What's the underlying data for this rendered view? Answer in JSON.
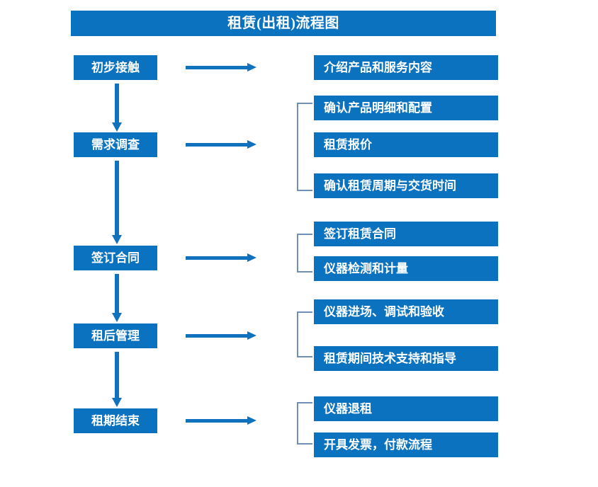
{
  "title": {
    "text": "租赁(出租)流程图"
  },
  "colors": {
    "box_fill": "#0b72c0",
    "arrow": "#1071bd",
    "bracket": "#6f8fb5",
    "box_text": "#ffffff",
    "background": "#ffffff"
  },
  "stages": [
    {
      "label": "初步接触"
    },
    {
      "label": "需求调查"
    },
    {
      "label": "签订合同"
    },
    {
      "label": "租后管理"
    },
    {
      "label": "租期结束"
    }
  ],
  "details": [
    {
      "label": "介绍产品和服务内容"
    },
    {
      "label": "确认产品明细和配置"
    },
    {
      "label": "租赁报价"
    },
    {
      "label": "确认租赁周期与交货时间"
    },
    {
      "label": "签订租赁合同"
    },
    {
      "label": "仪器检测和计量"
    },
    {
      "label": "仪器进场、调试和验收"
    },
    {
      "label": "租赁期间技术支持和指导"
    },
    {
      "label": "仪器退租"
    },
    {
      "label": "开具发票，付款流程"
    }
  ]
}
